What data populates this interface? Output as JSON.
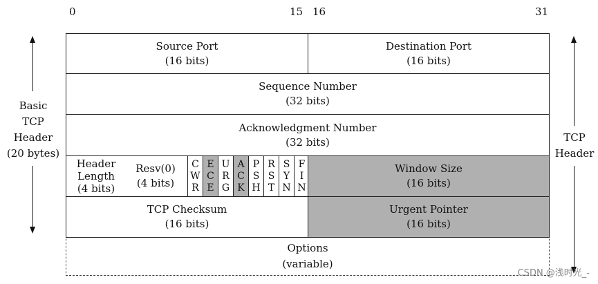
{
  "bit_positions": {
    "start": "0",
    "mid_end": "15",
    "mid_start": "16",
    "end": "31"
  },
  "rows": {
    "source_port": {
      "name": "Source Port",
      "size": "(16 bits)"
    },
    "destination_port": {
      "name": "Destination Port",
      "size": "(16 bits)"
    },
    "sequence_number": {
      "name": "Sequence Number",
      "size": "(32 bits)"
    },
    "acknowledgment_number": {
      "name": "Acknowledgment Number",
      "size": "(32 bits)"
    },
    "header_length": {
      "line1": "Header",
      "line2": "Length",
      "line3": "(4 bits)"
    },
    "resv": {
      "name": "Resv(0)",
      "size": "(4 bits)"
    },
    "flags": [
      {
        "chars": [
          "C",
          "W",
          "R"
        ],
        "shaded": false
      },
      {
        "chars": [
          "E",
          "C",
          "E"
        ],
        "shaded": true
      },
      {
        "chars": [
          "U",
          "R",
          "G"
        ],
        "shaded": false
      },
      {
        "chars": [
          "A",
          "C",
          "K"
        ],
        "shaded": true
      },
      {
        "chars": [
          "P",
          "S",
          "H"
        ],
        "shaded": false
      },
      {
        "chars": [
          "R",
          "S",
          "T"
        ],
        "shaded": false
      },
      {
        "chars": [
          "S",
          "Y",
          "N"
        ],
        "shaded": false
      },
      {
        "chars": [
          "F",
          "I",
          "N"
        ],
        "shaded": false
      }
    ],
    "window_size": {
      "name": "Window Size",
      "size": "(16 bits)"
    },
    "tcp_checksum": {
      "name": "TCP Checksum",
      "size": "(16 bits)"
    },
    "urgent_pointer": {
      "name": "Urgent Pointer",
      "size": "(16 bits)"
    },
    "options": {
      "name": "Options",
      "size": "(variable)"
    }
  },
  "side_labels": {
    "left": {
      "line1": "Basic",
      "line2": "TCP",
      "line3": "Header",
      "line4": "(20 bytes)"
    },
    "right": {
      "line1": "TCP",
      "line2": "Header"
    }
  },
  "watermark": "CSDN @浅时光_-",
  "colors": {
    "shaded": "#b0b0b0",
    "border": "#222222"
  }
}
